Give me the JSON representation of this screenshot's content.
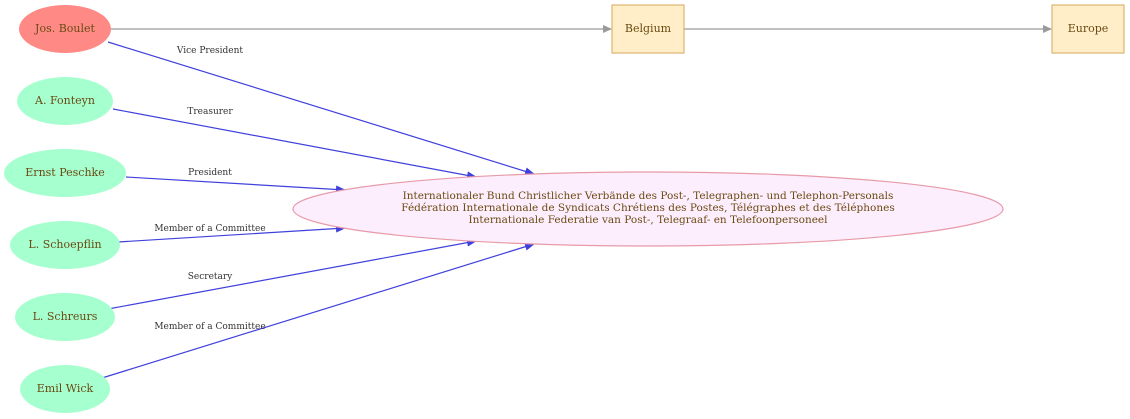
{
  "colors": {
    "person_main_fill": "#ff8a85",
    "person_fill": "#a6ffcf",
    "place_fill": "#ffeec7",
    "place_stroke": "#d9a55a",
    "org_fill": "#fdeefd",
    "org_stroke": "#e79aa8",
    "role_edge": "#4040dd",
    "location_edge": "#9a9a9a",
    "text": "#6b4a14"
  },
  "nodes": {
    "boulet": "Jos. Boulet",
    "fonteyn": "A. Fonteyn",
    "peschke": "Ernst Peschke",
    "schoepflin": "L. Schoepflin",
    "schreurs": "L. Schreurs",
    "wick": "Emil Wick",
    "belgium": "Belgium",
    "europe": "Europe",
    "organization": {
      "line1": "Internationaler Bund Christlicher Verbände des Post-, Telegraphen- und Telephon-Personals",
      "line2": "Fédération Internationale de Syndicats Chrétiens des Postes, Télégraphes et des Téléphones",
      "line3": "Internationale Federatie van Post-, Telegraaf- en Telefoonpersoneel"
    }
  },
  "edges": {
    "boulet": "Vice President",
    "fonteyn": "Treasurer",
    "peschke": "President",
    "schoepflin": "Member of a Committee",
    "schreurs": "Secretary",
    "wick": "Member of a Committee"
  }
}
